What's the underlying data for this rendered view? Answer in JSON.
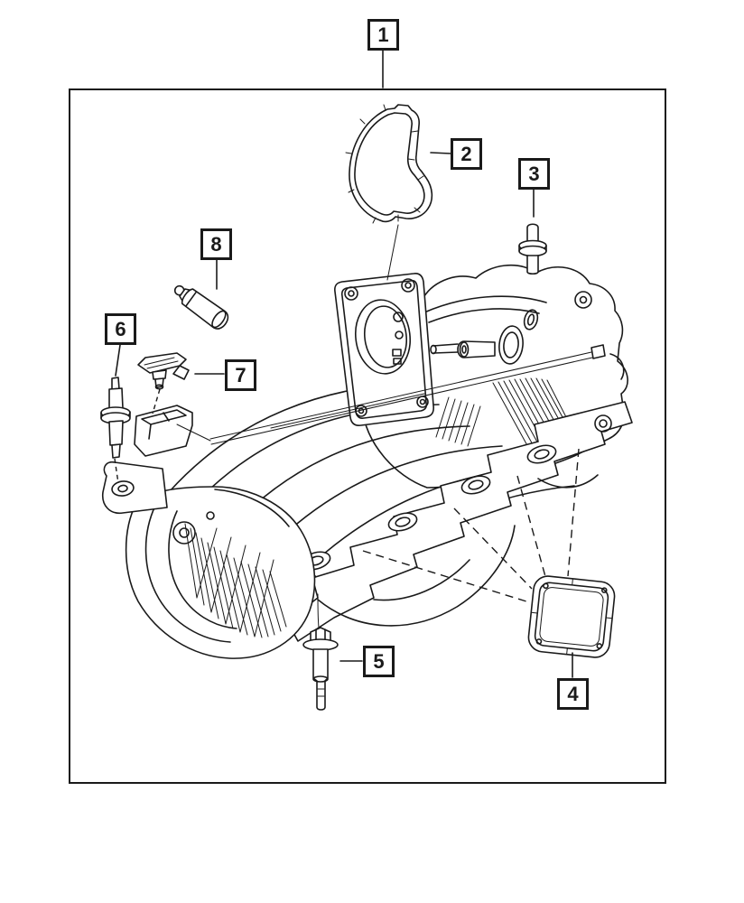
{
  "figure": {
    "background": "#ffffff",
    "line_color": "#1a1a1a"
  },
  "callouts": [
    {
      "number": "1"
    },
    {
      "number": "2"
    },
    {
      "number": "3"
    },
    {
      "number": "4"
    },
    {
      "number": "5"
    },
    {
      "number": "6"
    },
    {
      "number": "7"
    },
    {
      "number": "8"
    }
  ]
}
